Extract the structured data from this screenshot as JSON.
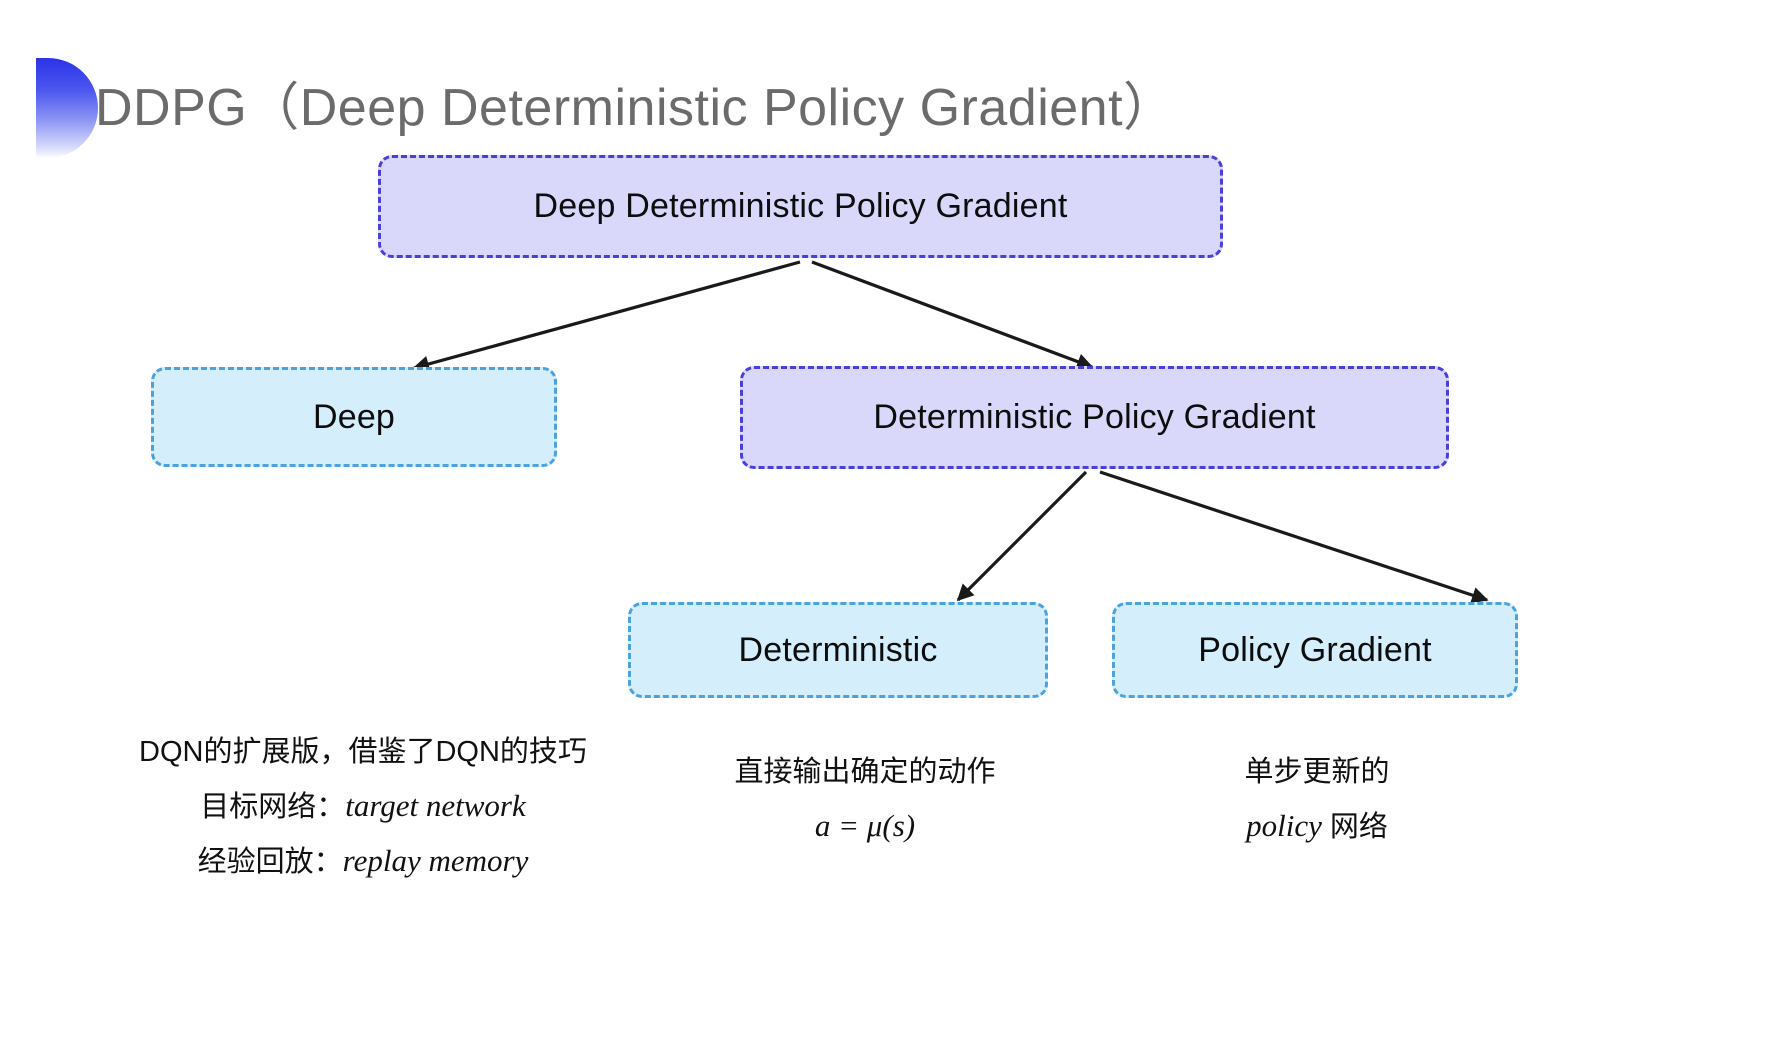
{
  "slide": {
    "title": "DDPG（Deep Deterministic Policy Gradient）",
    "background_color": "#ffffff",
    "title_color": "#6b6b6b",
    "bullet_gradient_from": "#2b33e8",
    "bullet_gradient_to": "#ffffff"
  },
  "diagram": {
    "type": "tree",
    "nodes": [
      {
        "id": "root",
        "label": "Deep Deterministic Policy Gradient",
        "fill": "#d9d8fb",
        "border": "#4a3fd6",
        "level": 0
      },
      {
        "id": "deep",
        "label": "Deep",
        "fill": "#d5eefc",
        "border": "#4ca2dd",
        "level": 1
      },
      {
        "id": "dpg",
        "label": "Deterministic Policy Gradient",
        "fill": "#d9d8fb",
        "border": "#4a3fd6",
        "level": 1
      },
      {
        "id": "deterministic",
        "label": "Deterministic",
        "fill": "#d5eefc",
        "border": "#4ca2dd",
        "level": 2
      },
      {
        "id": "policy-gradient",
        "label": "Policy Gradient",
        "fill": "#d5eefc",
        "border": "#4ca2dd",
        "level": 2
      }
    ],
    "edges": [
      {
        "from": "root",
        "to": "deep"
      },
      {
        "from": "root",
        "to": "dpg"
      },
      {
        "from": "dpg",
        "to": "deterministic"
      },
      {
        "from": "dpg",
        "to": "policy-gradient"
      }
    ],
    "arrow_color": "#1a1a1a"
  },
  "captions": {
    "deep": {
      "line1": "DQN的扩展版，借鉴了DQN的技巧",
      "line2_label": "目标网络：",
      "line2_math": "target network",
      "line3_label": "经验回放：",
      "line3_math": "replay memory"
    },
    "deterministic": {
      "line1": "直接输出确定的动作",
      "line2_math": "a = μ(s)"
    },
    "policy_gradient": {
      "line1": "单步更新的",
      "line2_math": "policy",
      "line2_tail": " 网络"
    }
  }
}
